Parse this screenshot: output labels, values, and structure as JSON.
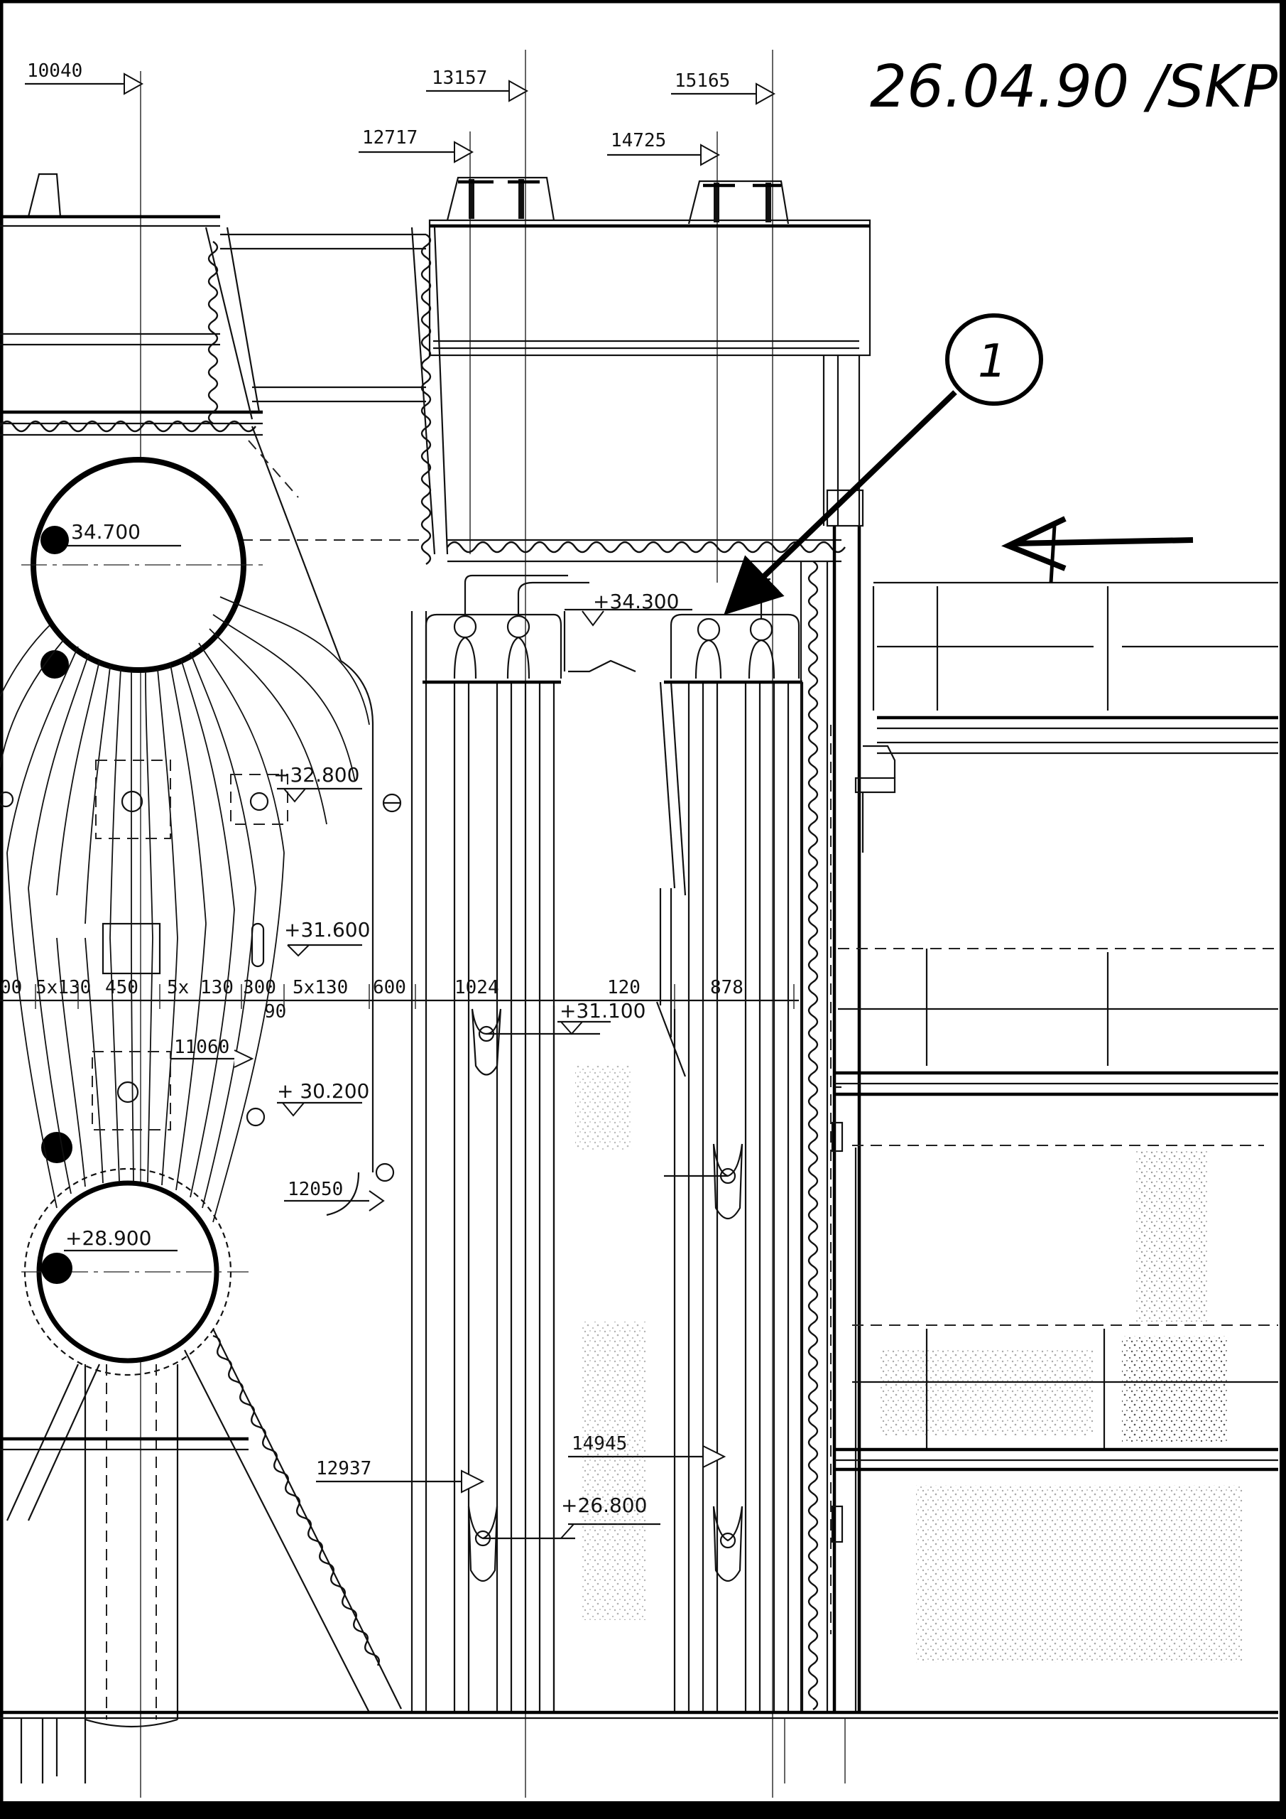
{
  "drawing": {
    "date_stamp": "26.04.90 /SKP",
    "callout_number": "1",
    "top_dimensions": [
      {
        "id": "d10040",
        "label": "10040"
      },
      {
        "id": "d13157",
        "label": "13157"
      },
      {
        "id": "d15165",
        "label": "15165"
      },
      {
        "id": "d12717",
        "label": "12717"
      },
      {
        "id": "d14725",
        "label": "14725"
      }
    ],
    "elevations": {
      "e34700": "34.700",
      "e34300": "+34.300",
      "e32800": "+32.800",
      "e31600": "+31.600",
      "e31100": "+31.100",
      "e30200": "+ 30.200",
      "e28900": "+28.900",
      "e26800": "+26.800"
    },
    "spacing_row": {
      "s1": "00",
      "s2": "5x130",
      "s3": "450",
      "s4": "5x 130",
      "s5": "300",
      "s6": "5x130",
      "s7": "600",
      "s8": "1024",
      "s9": "120",
      "s10": "878",
      "s11": "90"
    },
    "other_dimensions": {
      "d11060": "11060",
      "d12050": "12050",
      "d12937": "12937",
      "d14945": "14945"
    },
    "colors": {
      "ink": "#111111",
      "paper": "#ffffff",
      "frame": "#000000"
    }
  }
}
